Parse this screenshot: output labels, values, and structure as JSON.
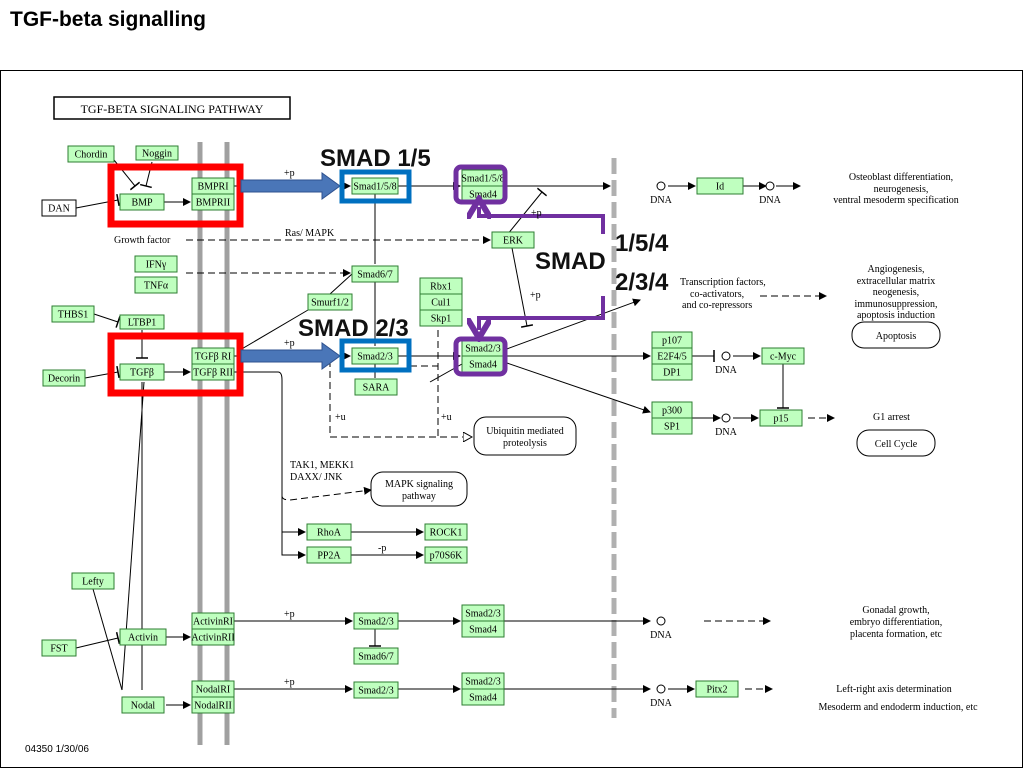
{
  "slide_title": "TGF-beta signalling",
  "pathway_title": "TGF-BETA SIGNALING PATHWAY",
  "footer": "04350  1/30/06",
  "colors": {
    "node_fill": "#bfffbf",
    "highlight_red": "#ff0000",
    "highlight_blue": "#0070c0",
    "highlight_purple": "#7030a0",
    "membrane": "#a0a0a0"
  },
  "annotations": {
    "smad15": "SMAD 1/5",
    "smad23": "SMAD 2/3",
    "smad": "SMAD",
    "n154": "1/5/4",
    "n234": "2/3/4"
  },
  "nodes": {
    "chordin": "Chordin",
    "noggin": "Noggin",
    "bmp": "BMP",
    "dan": "DAN",
    "bmpr1": "BMPRI",
    "bmpr2": "BMPRII",
    "ifng": "IFNγ",
    "tnfa": "TNFα",
    "thbs1": "THBS1",
    "ltbp1": "LTBP1",
    "tgfb": "TGFβ",
    "decorin": "Decorin",
    "tgfbr1": "TGFβ RI",
    "tgfbr2": "TGFβ RII",
    "smad158": "Smad1/5/8",
    "smad67": "Smad6/7",
    "smurf": "Smurf1/2",
    "rbx1": "Rbx1",
    "cul1": "Cul1",
    "skp1": "Skp1",
    "smad23": "Smad2/3",
    "sara": "SARA",
    "smad4": "Smad4",
    "erk": "ERK",
    "id": "Id",
    "p107": "p107",
    "e2f45": "E2F4/5",
    "dp1": "DP1",
    "cmyc": "c-Myc",
    "p300": "p300",
    "sp1": "SP1",
    "p15": "p15",
    "rhoa": "RhoA",
    "rock1": "ROCK1",
    "pp2a": "PP2A",
    "p70s6k": "p70S6K",
    "lefty": "Lefty",
    "fst": "FST",
    "activin": "Activin",
    "actr1": "ActivinRI",
    "actr2": "ActivinRII",
    "nodal": "Nodal",
    "nodr1": "NodalRI",
    "nodr2": "NodalRII",
    "pitx2": "Pitx2"
  },
  "maps": {
    "apoptosis": "Apoptosis",
    "cellcycle": "Cell Cycle",
    "ubiq1": "Ubiquitin mediated",
    "ubiq2": "proteolysis",
    "mapk1": "MAPK signaling",
    "mapk2": "pathway"
  },
  "labels": {
    "growth_factor": "Growth factor",
    "ras_mapk": "Ras/ MAPK",
    "plus_p": "+p",
    "minus_p": "-p",
    "plus_u": "+u",
    "dna": "DNA",
    "tak1": "TAK1, MEKK1",
    "daxx": "DAXX/ JNK",
    "tf1": "Transcription factors,",
    "tf2": "co-activators,",
    "tf3": "and co-repressors",
    "out1a": "Osteoblast differentiation,",
    "out1b": "neurogenesis,",
    "out1c": "ventral mesoderm specification",
    "out2a": "Angiogenesis,",
    "out2b": "extracellular matrix",
    "out2c": "neogenesis,",
    "out2d": "immunosuppression,",
    "out2e": "apoptosis induction",
    "g1": "G1 arrest",
    "out3a": "Gonadal growth,",
    "out3b": "embryo differentiation,",
    "out3c": "placenta formation, etc",
    "out4a": "Left-right axis determination",
    "out4b": "Mesoderm and endoderm induction, etc"
  }
}
